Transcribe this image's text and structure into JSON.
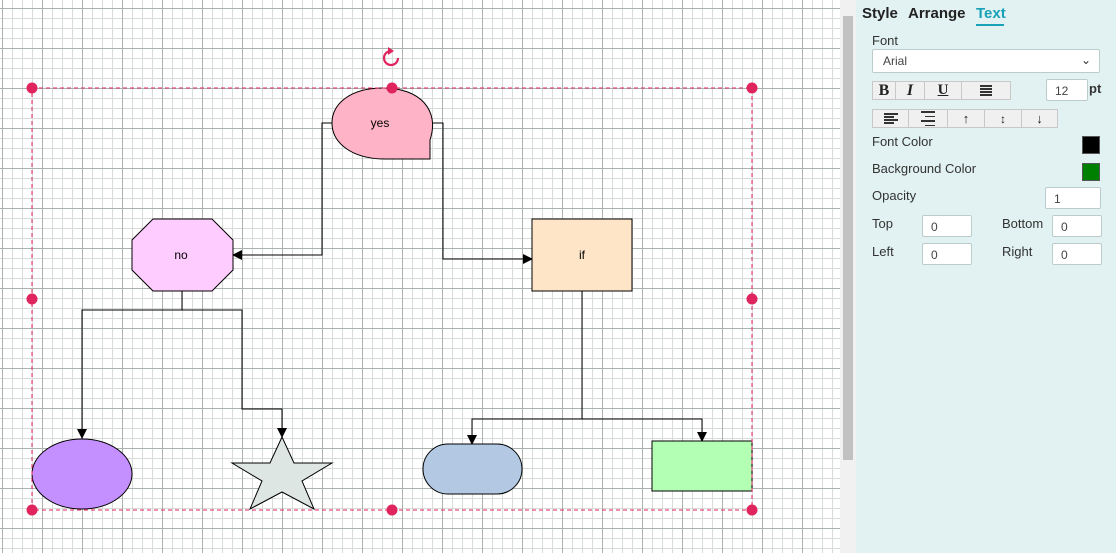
{
  "diagram": {
    "nodes": {
      "yes": "yes",
      "no": "no",
      "if": "if"
    }
  },
  "panel": {
    "tabs": [
      "Style",
      "Arrange",
      "Text"
    ],
    "active_tab": "Text",
    "font_label": "Font",
    "font_value": "Arial",
    "font_size": "12",
    "font_size_unit": "pt",
    "font_color_label": "Font Color",
    "font_color": "#000000",
    "background_color_label": "Background Color",
    "background_color": "#008000",
    "opacity_label": "Opacity",
    "opacity_value": "1",
    "top_label": "Top",
    "top_value": "0",
    "bottom_label": "Bottom",
    "bottom_value": "0",
    "left_label": "Left",
    "left_value": "0",
    "right_label": "Right",
    "right_value": "0",
    "format_buttons": [
      "bold-icon",
      "italic-icon",
      "underline-icon",
      "strikethrough-icon"
    ],
    "align_buttons": [
      "align-left-icon",
      "align-right-icon",
      "valign-top-icon",
      "valign-middle-icon",
      "valign-bottom-icon"
    ]
  },
  "colors": {
    "selection": "#e0245e",
    "accent": "#17a2b8",
    "yes_fill": "#ffb3c6",
    "no_fill": "#ffccff",
    "if_fill": "#ffe5c8",
    "ellipse_fill": "#c48fff",
    "star_fill": "#dde6e3",
    "terminator_fill": "#b3c9e3",
    "rect_fill": "#b3ffb3"
  }
}
